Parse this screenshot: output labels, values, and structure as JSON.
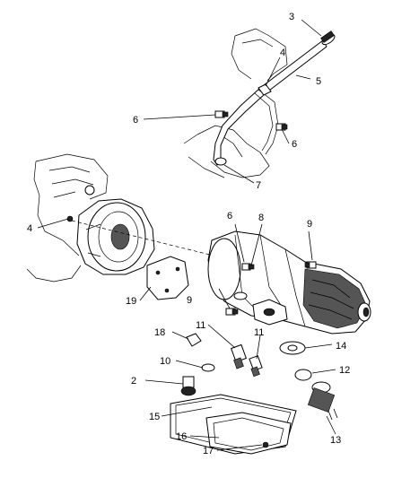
{
  "callouts": {
    "c1": "3",
    "c2": "4",
    "c3": "5",
    "c4": "6",
    "c5": "6",
    "c6": "7",
    "c7": "4",
    "c8": "6",
    "c9": "8",
    "c10": "9",
    "c11": "19",
    "c12": "9",
    "c13": "11",
    "c14": "11",
    "c15": "18",
    "c16": "10",
    "c17": "2",
    "c18": "14",
    "c19": "12",
    "c20": "15",
    "c21": "13",
    "c22": "16",
    "c23": "17"
  }
}
